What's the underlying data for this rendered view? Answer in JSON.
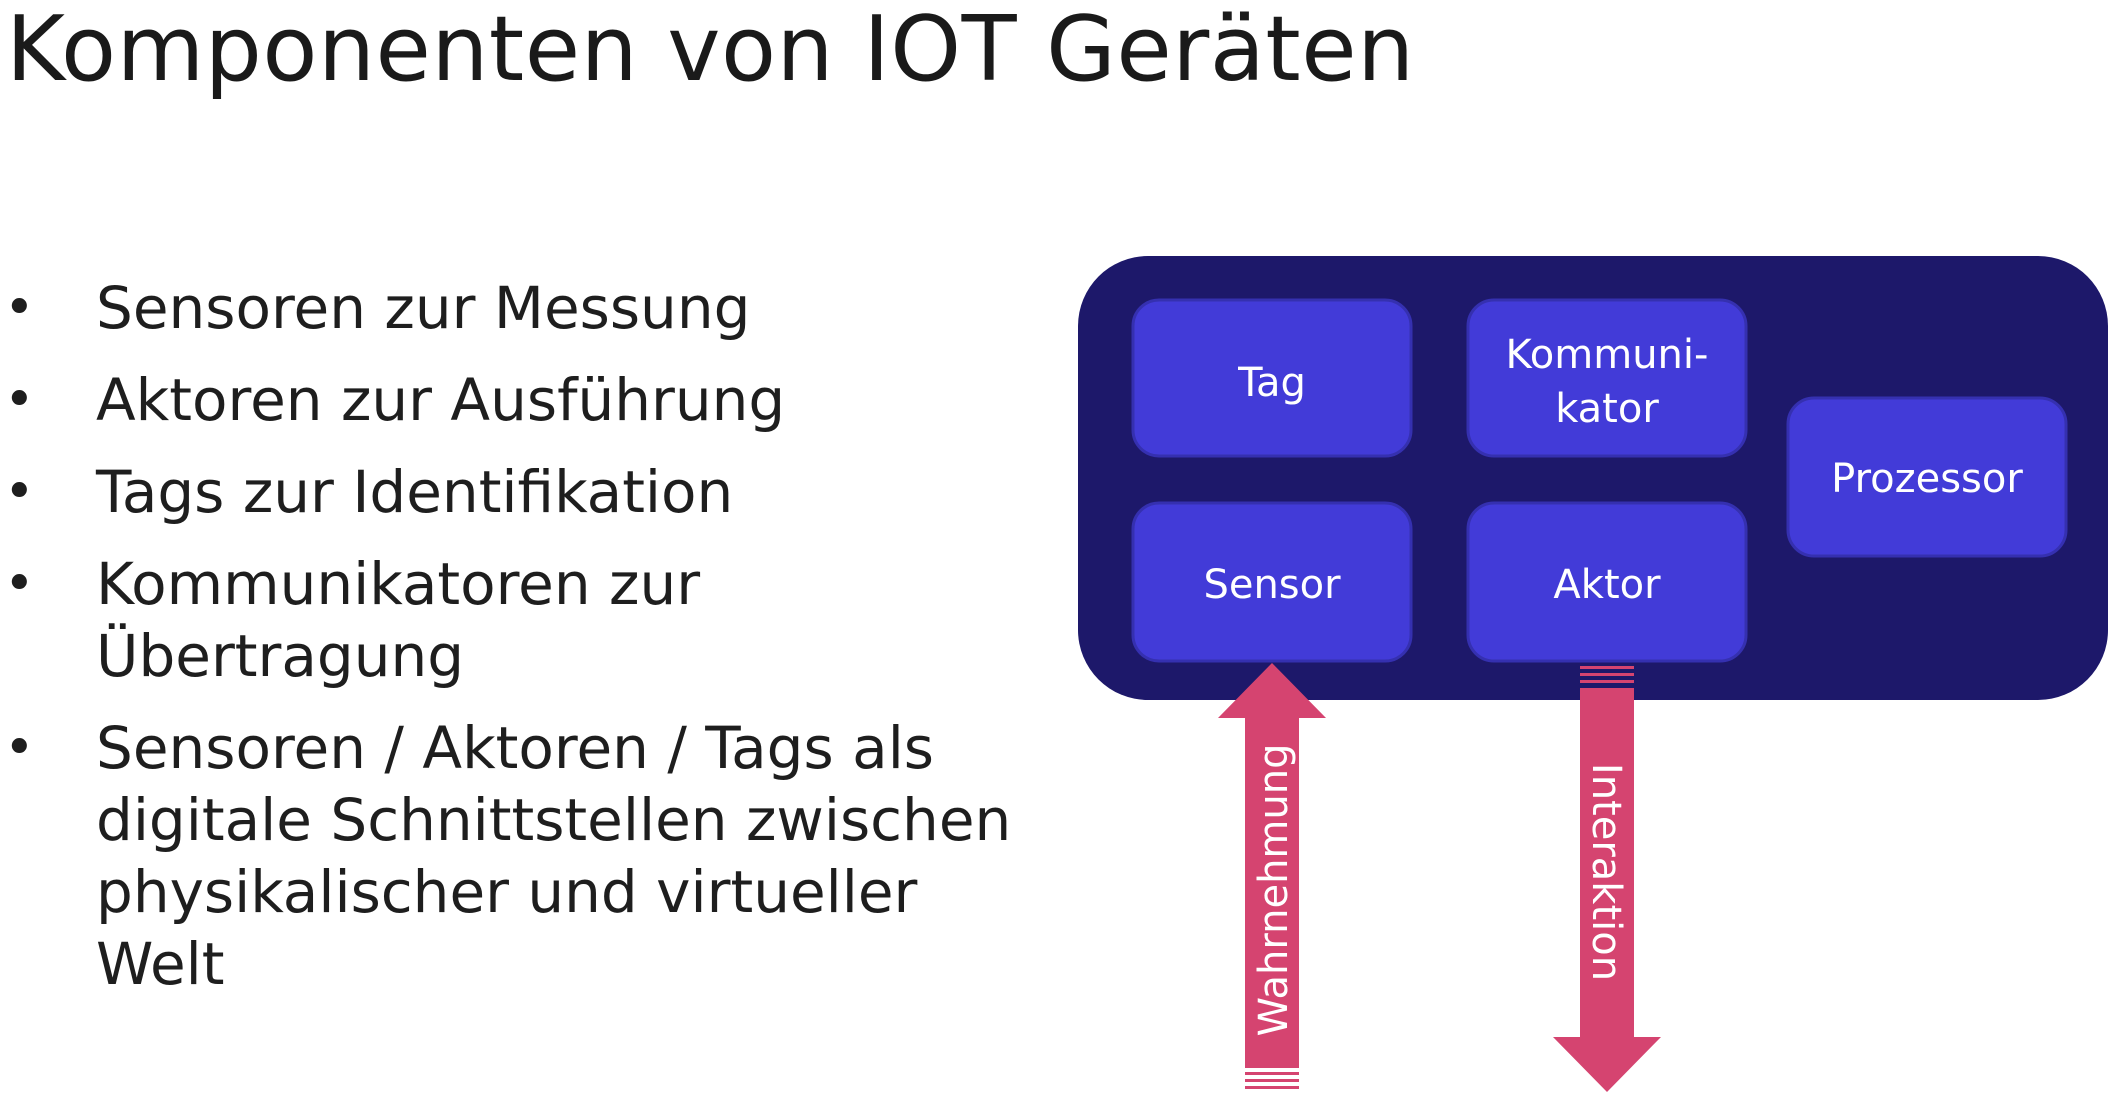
{
  "title": "Komponenten von IOT Geräten",
  "bullets": [
    "Sensoren zur Messung",
    "Aktoren zur Ausführung",
    "Tags zur Identifikation",
    "Kommunikatoren zur Übertragung",
    "Sensoren / Aktoren / Tags als digitale Schnittstellen zwischen physikalischer und virtueller Welt"
  ],
  "bullet_symbol": "•",
  "diagram": {
    "boxes": {
      "tag": "Tag",
      "kommunikator_line1": "Kommuni-",
      "kommunikator_line2": "kator",
      "prozessor": "Prozessor",
      "sensor": "Sensor",
      "aktor": "Aktor"
    },
    "arrows": {
      "up": "Wahrnehmung",
      "down": "Interaktion"
    }
  },
  "colors": {
    "container": "#1d186a",
    "box": "#423bd8",
    "box_border": "#3530b0",
    "arrow": "#d54470",
    "text": "#1a1a1a"
  }
}
